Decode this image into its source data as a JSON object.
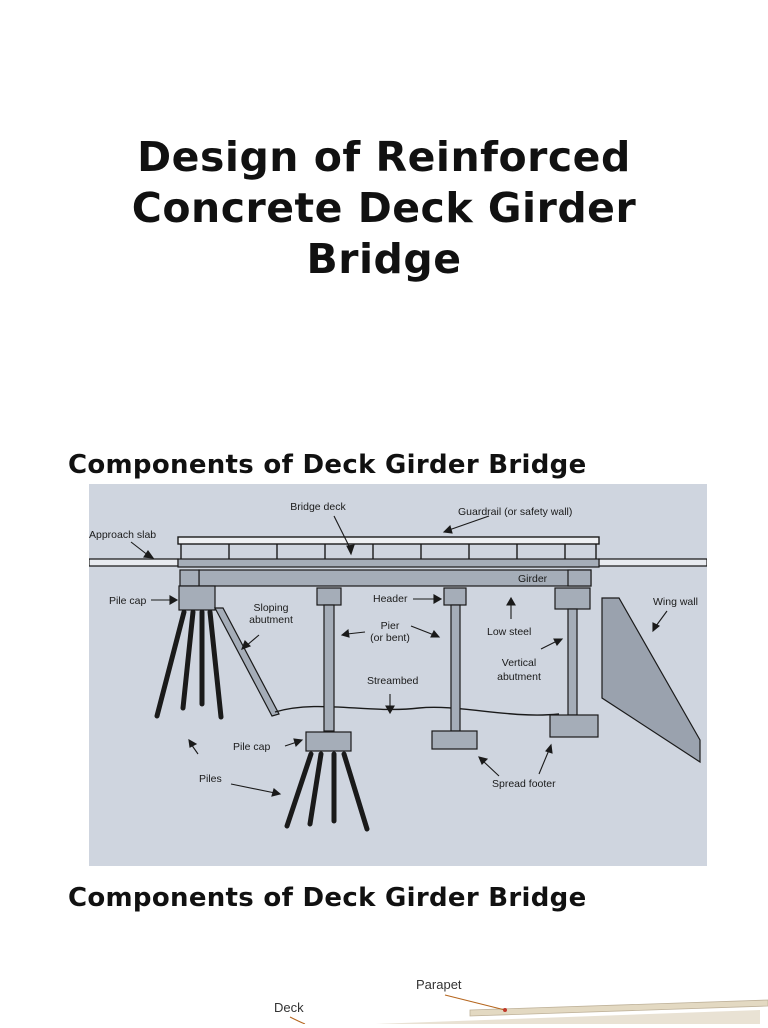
{
  "title": {
    "line1": "Design of Reinforced",
    "line2": "Concrete Deck Girder",
    "line3": "Bridge"
  },
  "section_heading_1": "Components of Deck Girder Bridge",
  "section_heading_2": "Components of Deck Girder Bridge",
  "diagram_1": {
    "background_color": "#cfd5df",
    "structure_color": "#a5adb8",
    "outline_color": "#1a1a1a",
    "labels": {
      "bridge_deck": "Bridge deck",
      "guardrail": "Guardrail (or safety wall)",
      "approach_slab": "Approach slab",
      "girder": "Girder",
      "pile_cap_left": "Pile cap",
      "sloping_abutment_1": "Sloping",
      "sloping_abutment_2": "abutment",
      "header": "Header",
      "wing_wall": "Wing wall",
      "pier_1": "Pier",
      "pier_2": "(or bent)",
      "low_steel": "Low steel",
      "vertical_abutment_1": "Vertical",
      "vertical_abutment_2": "abutment",
      "streambed": "Streambed",
      "pile_cap_center": "Pile cap",
      "piles": "Piles",
      "spread_footer": "Spread footer"
    }
  },
  "diagram_2": {
    "labels": {
      "parapet": "Parapet",
      "deck": "Deck"
    }
  }
}
